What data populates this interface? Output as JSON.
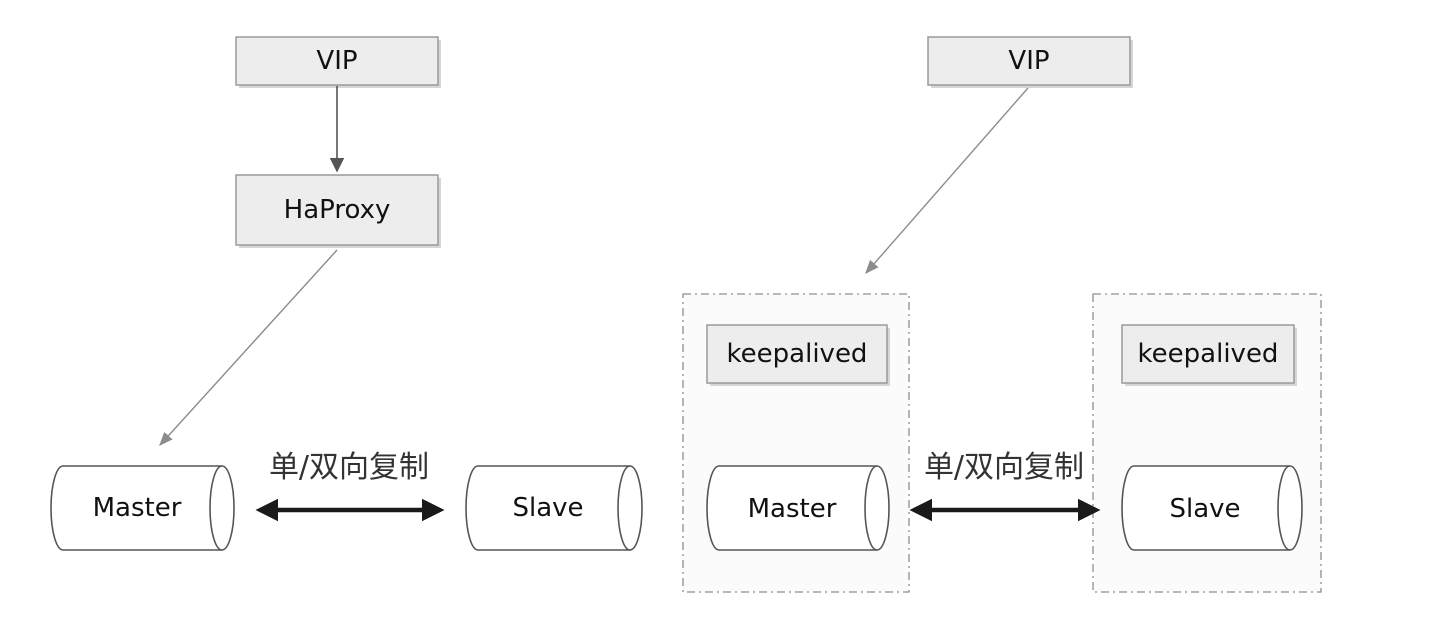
{
  "left": {
    "vip": {
      "label": "VIP"
    },
    "haproxy": {
      "label": "HaProxy"
    },
    "master": {
      "label": "Master"
    },
    "slave": {
      "label": "Slave"
    },
    "replication": {
      "label": "单/双向复制"
    }
  },
  "right": {
    "vip": {
      "label": "VIP"
    },
    "keepalived_master": {
      "label": "keepalived"
    },
    "keepalived_slave": {
      "label": "keepalived"
    },
    "master": {
      "label": "Master"
    },
    "slave": {
      "label": "Slave"
    },
    "replication": {
      "label": "单/双向复制"
    }
  }
}
